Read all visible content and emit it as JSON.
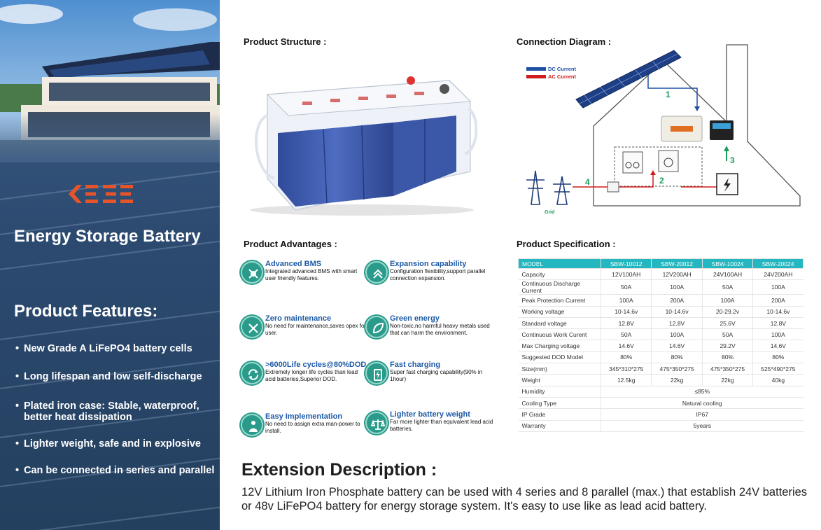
{
  "brand": {
    "logo_text": "KEBE"
  },
  "left": {
    "energy_title": "Energy Storage Battery",
    "features_title": "Product Features:",
    "features": [
      "New Grade A LiFePO4 battery cells",
      "Long lifespan and low self-discharge",
      "Plated iron case: Stable, waterproof, better heat dissipation",
      "Lighter weight, safe and in explosive",
      "Can be connected in series and parallel"
    ]
  },
  "structure": {
    "title": "Product Structure :"
  },
  "connection": {
    "title": "Connection Diagram :",
    "legend": [
      "DC Current",
      "AC Current"
    ],
    "grid_label": "Grid",
    "steps": [
      "1",
      "2",
      "3",
      "4"
    ],
    "colors": {
      "dc": "#1f4ea3",
      "ac": "#d01c1c",
      "step": "#1a9c5a"
    }
  },
  "advantages": {
    "title": "Product Advantages :",
    "items": [
      {
        "title": "Advanced BMS",
        "desc": "Integrated advanced BMS with smart user friendly features.",
        "icon": "wrench-gear-icon"
      },
      {
        "title": "Expansion capability",
        "desc": "Configuration flexibility,support parallel connection expansion.",
        "icon": "double-chevron-up-icon"
      },
      {
        "title": "Zero maintenance",
        "desc": "No need for maintenance,saves opex for user.",
        "icon": "crossed-tools-icon"
      },
      {
        "title": "Green energy",
        "desc": "Non-toxic,no harmful heavy metals used that can harm the environment.",
        "icon": "leaf-icon"
      },
      {
        "title": ">6000Life cycles@80%DOD",
        "desc": "Extremely longer life cycles than lead acid batteries,Superior DOD.",
        "icon": "cycle-arrows-icon"
      },
      {
        "title": "Fast charging",
        "desc": "Super fast charging capability(90% in 1hour)",
        "icon": "battery-bolt-icon"
      },
      {
        "title": "Easy Implementation",
        "desc": "No need to assign extra man-power to install.",
        "icon": "person-icon"
      },
      {
        "title": "Lighter battery  weight",
        "desc": "Far more lighter than equivalent lead acid batteries.",
        "icon": "scale-icon"
      }
    ]
  },
  "spec": {
    "title": "Product Specification :",
    "header": [
      "MODEL",
      "SBW-10012",
      "SBW-20012",
      "SBW-10024",
      "SBW-20024"
    ],
    "rows": [
      [
        "Capacity",
        "12V100AH",
        "12V200AH",
        "24V100AH",
        "24V200AH"
      ],
      [
        "Continuous Discharge Current",
        "50A",
        "100A",
        "50A",
        "100A"
      ],
      [
        "Peak Protection Current",
        "100A",
        "200A",
        "100A",
        "200A"
      ],
      [
        "Working voltage",
        "10-14.6v",
        "10-14.6v",
        "20-29.2v",
        "10-14.6v"
      ],
      [
        "Standard voltage",
        "12.8V",
        "12.8V",
        "25.6V",
        "12.8V"
      ],
      [
        "Continuous Work Curent",
        "50A",
        "100A",
        "50A",
        "100A"
      ],
      [
        "Max Charging voltage",
        "14.6V",
        "14.6V",
        "29.2V",
        "14.6V"
      ],
      [
        "Suggested DOD Model",
        "80%",
        "80%",
        "80%",
        "80%"
      ],
      [
        "Size(mm)",
        "345*310*275",
        "475*350*275",
        "475*350*275",
        "525*490*275"
      ],
      [
        "Weight",
        "12.5kg",
        "22kg",
        "22kg",
        "40kg"
      ]
    ],
    "merged_rows": [
      [
        "Humidity",
        "≤85%"
      ],
      [
        "Cooling Type",
        "Natural cooling"
      ],
      [
        "IP Grade",
        "IP67"
      ],
      [
        "Warranty",
        "5years"
      ]
    ]
  },
  "extension": {
    "title": "Extension Description :",
    "desc": "12V Lithium Iron Phosphate battery can be used with 4 series and 8 parallel (max.) that establish 24V batteries or 48v LiFePO4 battery for energy storage system. It's easy to use like as lead acid battery."
  }
}
